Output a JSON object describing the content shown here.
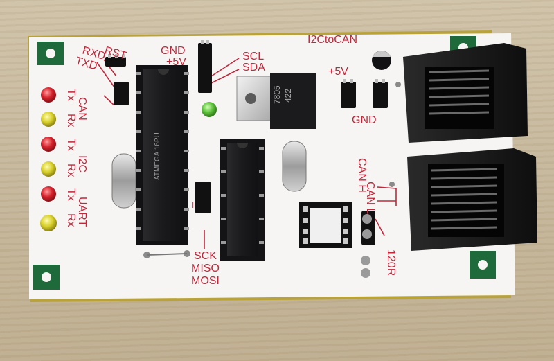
{
  "board": {
    "title": "I2CtoCAN",
    "header_left": {
      "rst": "RST",
      "rxd": "RXD",
      "txd": "TXD"
    },
    "i2c_header": {
      "gnd": "GND",
      "vcc": "+5V",
      "scl": "SCL",
      "sda": "SDA"
    },
    "power_header": {
      "vcc": "+5V",
      "gnd": "GND"
    },
    "led_labels": {
      "can": "CAN",
      "i2c": "I2C",
      "uart": "UART",
      "tx": "Tx",
      "rx": "Rx"
    },
    "spi_header": {
      "sck": "SCK",
      "miso": "MISO",
      "mosi": "MOSI"
    },
    "can_labels": {
      "can_l": "CAN L",
      "can_h": "CAN H",
      "termination": "120R"
    },
    "regulator": {
      "marking_top": "7805",
      "marking_bottom": "422"
    },
    "mcu_marking": "ATMEGA 16PU"
  },
  "colors": {
    "pcb": "#f7f5f3",
    "silkscreen": "#c0283c",
    "pad_green": "#1e6a3a",
    "led_red": "#d6222c",
    "led_yellow": "#d8d02a",
    "led_green": "#5cc23a",
    "ic_black": "#1c1c1e"
  }
}
